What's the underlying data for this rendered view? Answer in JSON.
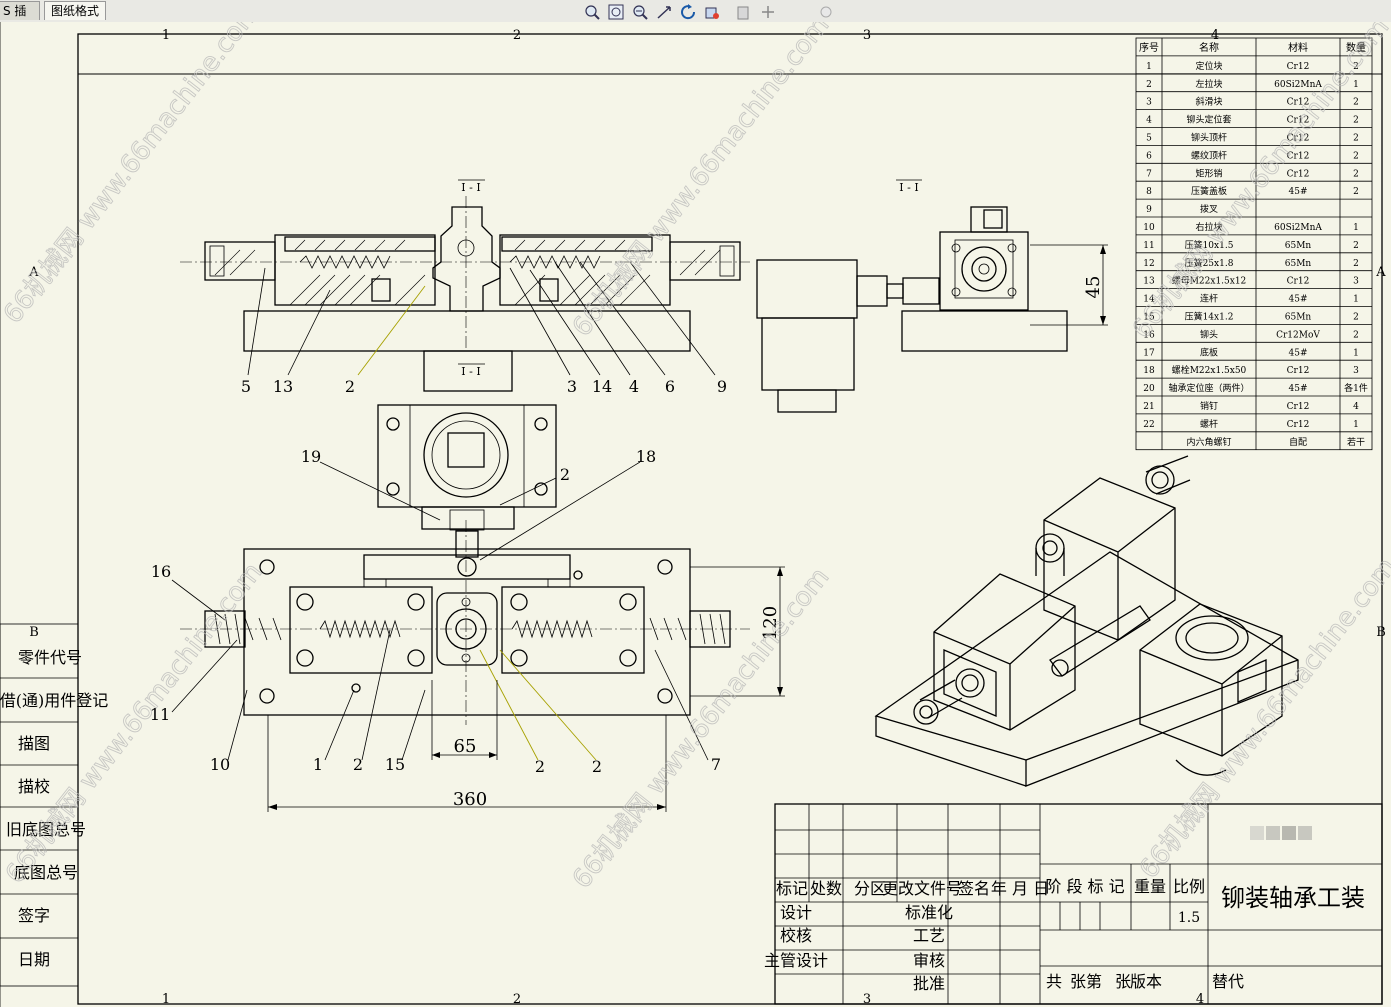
{
  "tabs": [
    {
      "label": "S 插件"
    },
    {
      "label": "图纸格式"
    }
  ],
  "toolbar": {
    "icons": [
      "zoom-to-fit-icon",
      "zoom-area-icon",
      "zoom-in-out-icon",
      "pan-icon",
      "rotate-icon",
      "view-settings-icon",
      "display-style-icon",
      "hide-show-icon",
      "lighting-icon"
    ]
  },
  "zones": {
    "columns": [
      "1",
      "2",
      "3",
      "4"
    ],
    "rows": [
      "A",
      "B"
    ]
  },
  "bom": {
    "headers": [
      "序号",
      "名称",
      "材料",
      "数量"
    ],
    "rows": [
      [
        "1",
        "定位块",
        "Cr12",
        "2"
      ],
      [
        "2",
        "左拉块",
        "60Si2MnA",
        "1"
      ],
      [
        "3",
        "斜滑块",
        "Cr12",
        "2"
      ],
      [
        "4",
        "铆头定位套",
        "Cr12",
        "2"
      ],
      [
        "5",
        "铆头顶杆",
        "Cr12",
        "2"
      ],
      [
        "6",
        "螺纹顶杆",
        "Cr12",
        "2"
      ],
      [
        "7",
        "矩形销",
        "Cr12",
        "2"
      ],
      [
        "8",
        "压簧盖板",
        "45#",
        "2"
      ],
      [
        "9",
        "拨叉",
        "",
        ""
      ],
      [
        "10",
        "右拉块",
        "60Si2MnA",
        "1"
      ],
      [
        "11",
        "压簧10x1.5",
        "65Mn",
        "2"
      ],
      [
        "12",
        "压簧25x1.8",
        "65Mn",
        "2"
      ],
      [
        "13",
        "螺母M22x1.5x12",
        "Cr12",
        "3"
      ],
      [
        "14",
        "连杆",
        "45#",
        "1"
      ],
      [
        "15",
        "压簧14x1.2",
        "65Mn",
        "2"
      ],
      [
        "16",
        "铆头",
        "Cr12MoV",
        "2"
      ],
      [
        "17",
        "底板",
        "45#",
        "1"
      ],
      [
        "18",
        "螺栓M22x1.5x50",
        "Cr12",
        "3"
      ],
      [
        "20",
        "轴承定位座（两件）",
        "45#",
        "各1件"
      ],
      [
        "21",
        "销钉",
        "Cr12",
        "4"
      ],
      [
        "22",
        "螺杆",
        "Cr12",
        "1"
      ],
      [
        "",
        "内六角螺钉",
        "自配",
        "若干"
      ]
    ]
  },
  "annotations": {
    "front_section_label": "I - I",
    "side_section_label": "I - I",
    "mid_section_label": "I - I",
    "balloons_front": [
      "5",
      "13",
      "2",
      "3",
      "14",
      "4",
      "6",
      "9"
    ],
    "balloons_plan": [
      "19",
      "18",
      "2",
      "16",
      "11",
      "10",
      "1",
      "2",
      "15",
      "2",
      "2",
      "7"
    ],
    "dim_45": "45",
    "dim_120": "120",
    "dim_65": "65",
    "dim_360": "360"
  },
  "left_column": {
    "labels": [
      "零件代号",
      "借(通)用件登记",
      "描图",
      "描校",
      "旧底图总号",
      "底图总号",
      "签字",
      "日期"
    ]
  },
  "title_block": {
    "row_labels": [
      "标记",
      "处数",
      "分区",
      "更改文件号",
      "签名",
      "年 月 日"
    ],
    "stage_labels": [
      "阶 段 标 记",
      "重量",
      "比例"
    ],
    "roles_left": [
      "设计",
      "校核",
      "主管设计"
    ],
    "roles_right": [
      "标准化",
      "工艺",
      "审核",
      "批准"
    ],
    "scale": "1.5",
    "drawing_name": "铆装轴承工装",
    "sheet_text": [
      "共",
      "张第",
      "张",
      "版本",
      "替代"
    ]
  },
  "watermark": {
    "text": "66机械网 www.66machine.com"
  },
  "colors": {
    "paper": "#f5f5e8",
    "line": "#000000",
    "leader_yellow": "#a7a100",
    "watermark": "#b9b9b9"
  }
}
